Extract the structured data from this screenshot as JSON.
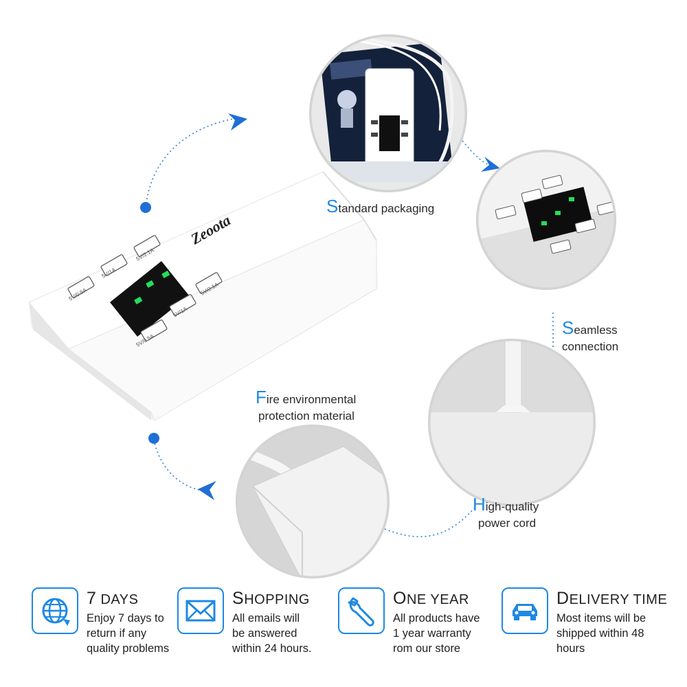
{
  "product": {
    "brand": "Zeoota",
    "ports": [
      "5V/2.1A",
      "5V/1A",
      "5V/0.5A",
      "5V/2.1A",
      "5V/1A",
      "5V/0.5A"
    ]
  },
  "features_ring": [
    {
      "first": "S",
      "rest": "tandard packaging",
      "rest2": ""
    },
    {
      "first": "S",
      "rest": "eamless",
      "rest2": "connection"
    },
    {
      "first": "H",
      "rest": "igh-quality",
      "rest2": "power cord"
    },
    {
      "first": "F",
      "rest": "ire environmental",
      "rest2": "protection material"
    }
  ],
  "footer": [
    {
      "title_big": "7",
      "title_small": " DAYS",
      "body": "Enjoy 7 days to\nreturn if any\nquality problems",
      "icon": "globe-refresh-icon"
    },
    {
      "title_big": "S",
      "title_small": "HOPPING",
      "body": "All emails will\nbe answered\nwithin 24 hours.",
      "icon": "envelope-icon"
    },
    {
      "title_big": "O",
      "title_small": "NE YEAR",
      "body": "All products have\n1 year warranty\nrom our store",
      "icon": "wrench-icon"
    },
    {
      "title_big": "D",
      "title_small": "ELIVERY TIME",
      "body": "Most items will be\nshipped within 48\nhours",
      "icon": "car-icon"
    }
  ],
  "colors": {
    "accent": "#1e88e5",
    "led": "#22e05a",
    "panel": "#111111"
  }
}
